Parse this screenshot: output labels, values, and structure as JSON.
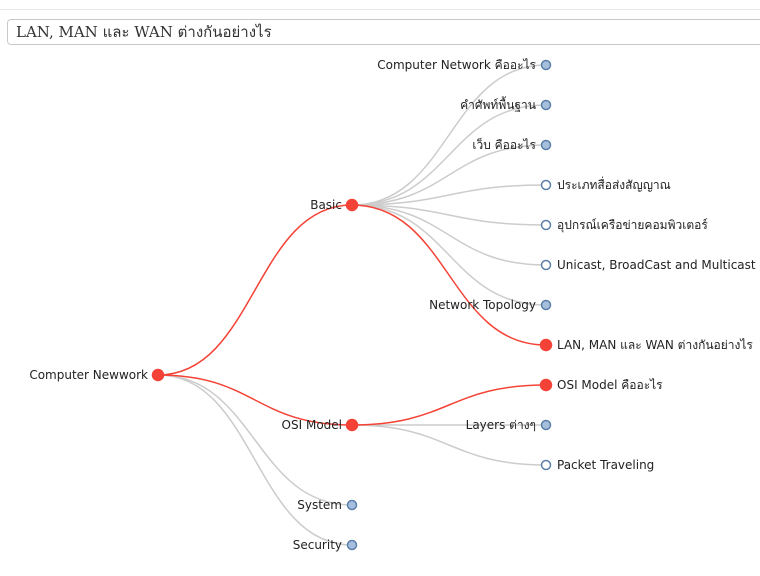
{
  "header": {
    "title": "LAN, MAN และ WAN ต่างกันอย่างไร"
  },
  "colors": {
    "active": "#f44336",
    "collapsed": "#a5bfdd",
    "leaf": "#ffffff",
    "node_stroke": "#5b7fa8",
    "link": "#cccccc"
  },
  "tree": {
    "label": "Computer Newwork",
    "state": "active",
    "children": [
      {
        "label": "Basic",
        "state": "active",
        "children": [
          {
            "label": "Computer Network คืออะไร",
            "state": "collapsed"
          },
          {
            "label": "คำศัพท์พื้นฐาน",
            "state": "collapsed"
          },
          {
            "label": "เว็บ คืออะไร",
            "state": "collapsed"
          },
          {
            "label": "ประเภทสื่อส่งสัญญาณ",
            "state": "leaf"
          },
          {
            "label": "อุปกรณ์เครือข่ายคอมพิวเตอร์",
            "state": "leaf"
          },
          {
            "label": "Unicast, BroadCast and Multicast",
            "state": "leaf"
          },
          {
            "label": "Network Topology",
            "state": "collapsed"
          },
          {
            "label": "LAN, MAN และ WAN ต่างกันอย่างไร",
            "state": "active"
          }
        ]
      },
      {
        "label": "OSI Model",
        "state": "active",
        "children": [
          {
            "label": "OSI Model คืออะไร",
            "state": "active"
          },
          {
            "label": "Layers ต่างๆ",
            "state": "collapsed"
          },
          {
            "label": "Packet Traveling",
            "state": "leaf"
          }
        ]
      },
      {
        "label": "System",
        "state": "collapsed"
      },
      {
        "label": "Security",
        "state": "collapsed"
      }
    ]
  }
}
